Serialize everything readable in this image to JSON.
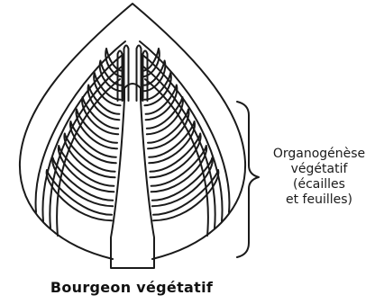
{
  "diagram": {
    "caption": "Bourgeon végétatif",
    "bracket_label": {
      "line1": "Organogénèse",
      "line2": "végétatif",
      "line3": "(écailles",
      "line4": "et feuilles)"
    }
  },
  "colors": {
    "stroke": "#1a1a1a",
    "background": "#ffffff"
  }
}
